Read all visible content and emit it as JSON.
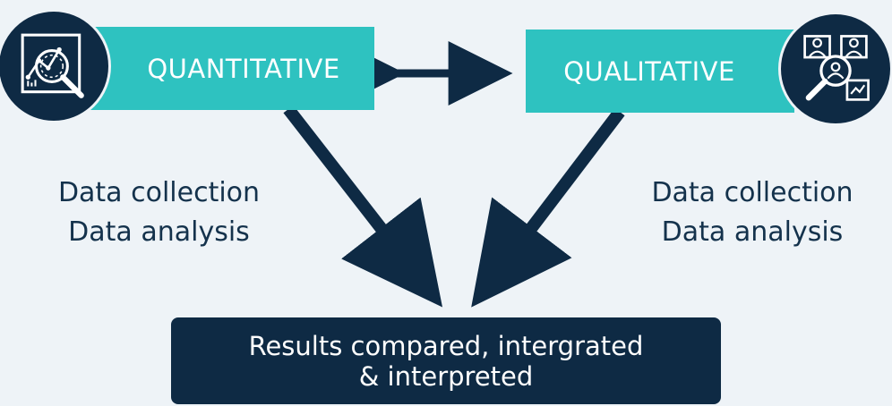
{
  "left_method": {
    "title": "QUANTITATIVE",
    "icon": "magnifier-chart-icon",
    "steps": [
      "Data collection",
      "Data analysis"
    ]
  },
  "right_method": {
    "title": "QUALITATIVE",
    "icon": "people-magnifier-icon",
    "steps": [
      "Data collection",
      "Data analysis"
    ]
  },
  "result": {
    "lines": [
      "Results compared, intergrated",
      "& interpreted"
    ]
  },
  "colors": {
    "banner_teal": "#2ec2c0",
    "dark_navy": "#0e2a44",
    "background": "#eef3f7",
    "text": "#14324c"
  }
}
